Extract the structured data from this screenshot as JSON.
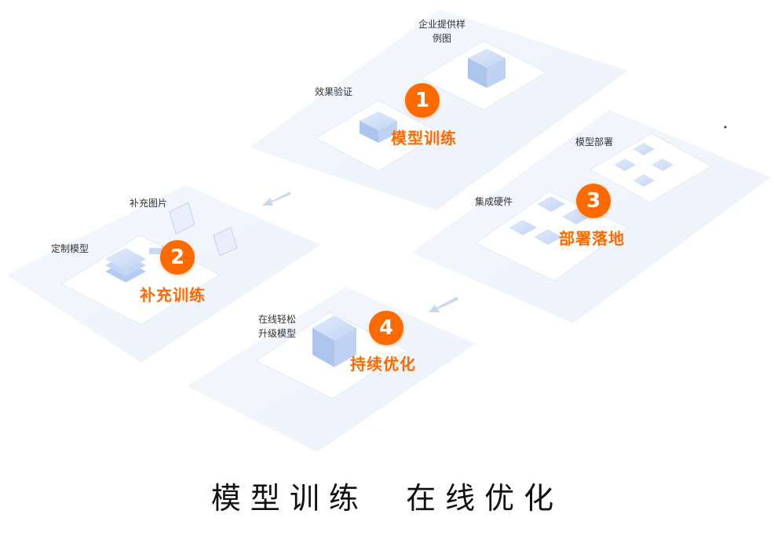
{
  "colors": {
    "accent": "#ff6a00",
    "platform": "#eef3fb",
    "cube": "#8fb2ea",
    "cube_light": "#cddcf6"
  },
  "steps": [
    {
      "number": "1",
      "title": "模型训练",
      "labels": [
        "企业提供样例图",
        "效果验证"
      ]
    },
    {
      "number": "2",
      "title": "补充训练",
      "labels": [
        "补充图片",
        "定制模型"
      ]
    },
    {
      "number": "3",
      "title": "部署落地",
      "labels": [
        "模型部署",
        "集成硬件"
      ]
    },
    {
      "number": "4",
      "title": "持续优化",
      "labels": [
        "在线轻松升级模型"
      ]
    }
  ],
  "labels": {
    "sample_line1": "企业提供样",
    "sample_line2": "例图",
    "verify": "效果验证",
    "add_images": "补充图片",
    "custom_model": "定制模型",
    "deploy_model": "模型部署",
    "integrate_hw": "集成硬件",
    "online_line1": "在线轻松",
    "online_line2": "升级模型"
  },
  "caption": "模型训练  在线优化"
}
